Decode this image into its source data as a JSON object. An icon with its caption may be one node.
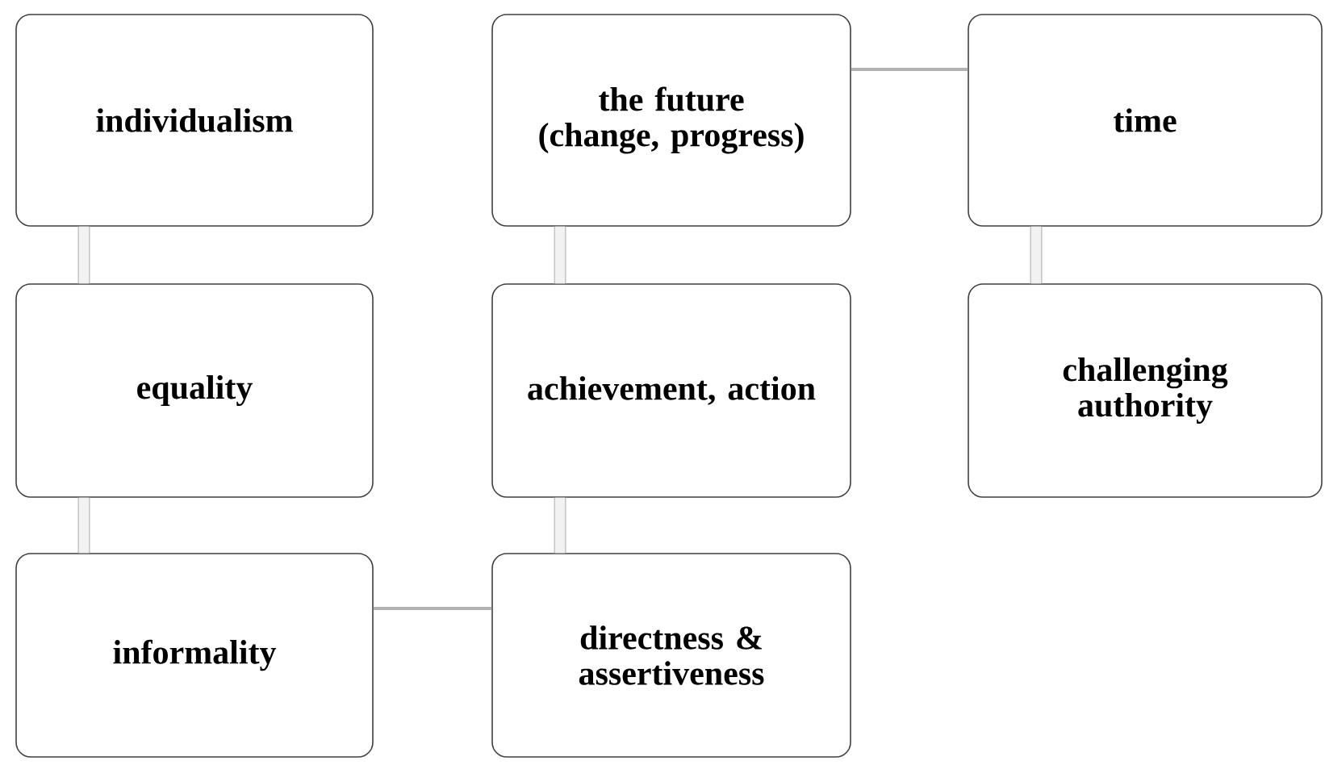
{
  "diagram": {
    "nodes": [
      {
        "text": [
          "individualism"
        ]
      },
      {
        "text": [
          "the future (change, progress)"
        ]
      },
      {
        "text": [
          "time"
        ]
      },
      {
        "text": [
          "equality"
        ]
      },
      {
        "text": [
          "achievement, action"
        ]
      },
      {
        "text": [
          "challenging authority"
        ]
      },
      {
        "text": [
          "informality"
        ]
      },
      {
        "text": [
          "directness & assertiveness"
        ]
      }
    ],
    "edges": [
      {
        "from": 0,
        "to": 3,
        "arrow": "none"
      },
      {
        "from": 3,
        "to": 6,
        "arrow": "none"
      },
      {
        "from": 6,
        "to": 7,
        "arrow": "none"
      },
      {
        "from": 7,
        "to": 4,
        "arrow": "none"
      },
      {
        "from": 4,
        "to": 1,
        "arrow": "none"
      },
      {
        "from": 1,
        "to": 2,
        "arrow": "none"
      },
      {
        "from": 2,
        "to": 5,
        "arrow": "none"
      }
    ]
  }
}
